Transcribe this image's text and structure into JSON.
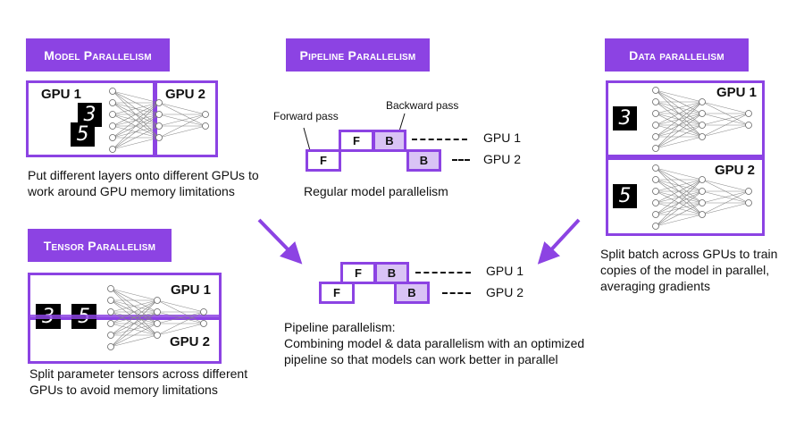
{
  "sections": {
    "model": {
      "title": "Model Parallelism",
      "gpus": [
        "GPU 1",
        "GPU 2"
      ],
      "digits": [
        "3",
        "5"
      ],
      "description": "Put different layers onto different GPUs to work around GPU memory limitations"
    },
    "tensor": {
      "title": "Tensor Parallelism",
      "gpus": [
        "GPU 1",
        "GPU 2"
      ],
      "digits": [
        "3",
        "5"
      ],
      "description": "Split parameter tensors across different GPUs to avoid memory limitations"
    },
    "pipeline": {
      "title": "Pipeline Parallelism",
      "annotations": {
        "forward": "Forward pass",
        "backward": "Backward pass"
      },
      "blocks": {
        "forward": "F",
        "backward": "B"
      },
      "gpus": [
        "GPU 1",
        "GPU 2"
      ],
      "caption": "Regular model parallelism"
    },
    "combined": {
      "blocks": {
        "forward": "F",
        "backward": "B"
      },
      "gpus": [
        "GPU 1",
        "GPU 2"
      ],
      "heading": "Pipeline parallelism:",
      "description": "Combining model & data parallelism with an optimized pipeline so that models can work better in parallel"
    },
    "data": {
      "title": "Data parallelism",
      "gpus": [
        "GPU 1",
        "GPU 2"
      ],
      "digits": [
        "3",
        "5"
      ],
      "description": "Split batch across GPUs to train copies of the model in parallel, averaging gradients"
    }
  },
  "colors": {
    "accent": "#8c43e3",
    "backward_fill": "#d9c3f5"
  }
}
